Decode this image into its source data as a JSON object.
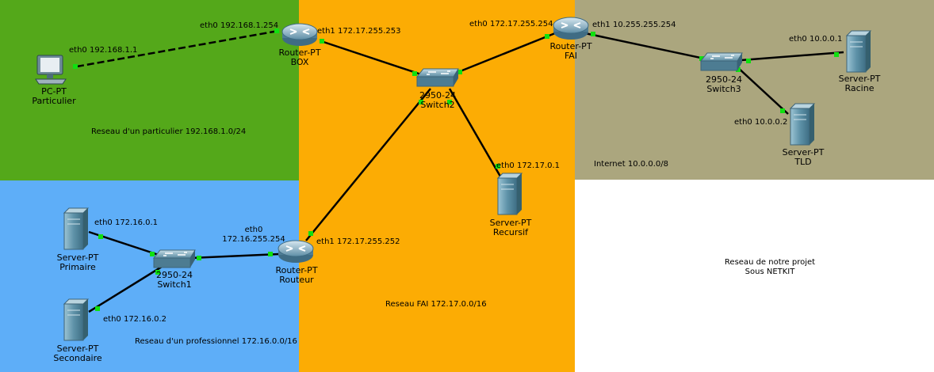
{
  "colors": {
    "particulier_zone": "#54A81A",
    "pro_zone": "#5EAEF8",
    "fai_zone": "#FCAC04",
    "internet_zone": "#ABA67E",
    "link_dot": "#10E010",
    "link": "#000000"
  },
  "zones": {
    "particulier": "Reseau d'un particulier 192.168.1.0/24",
    "professionnel": "Reseau d'un professionnel 172.16.0.0/16",
    "fai": "Reseau FAI 172.17.0.0/16",
    "internet": "Internet 10.0.0.0/8",
    "projet_line1": "Reseau de notre projet",
    "projet_line2": "Sous NETKIT"
  },
  "devices": {
    "pc": {
      "type": "PC-PT",
      "name": "Particulier",
      "icon": "pc-icon"
    },
    "box": {
      "type": "Router-PT",
      "name": "BOX",
      "icon": "router-icon"
    },
    "fai": {
      "type": "Router-PT",
      "name": "FAI",
      "icon": "router-icon"
    },
    "routeur": {
      "type": "Router-PT",
      "name": "Routeur",
      "icon": "router-icon"
    },
    "switch1": {
      "type": "2950-24",
      "name": "Switch1",
      "icon": "switch-icon"
    },
    "switch2": {
      "type": "2950-24",
      "name": "Switch2",
      "icon": "switch-icon"
    },
    "switch3": {
      "type": "2950-24",
      "name": "Switch3",
      "icon": "switch-icon"
    },
    "primaire": {
      "type": "Server-PT",
      "name": "Primaire",
      "icon": "server-icon"
    },
    "secondaire": {
      "type": "Server-PT",
      "name": "Secondaire",
      "icon": "server-icon"
    },
    "recursif": {
      "type": "Server-PT",
      "name": "Recursif",
      "icon": "server-icon"
    },
    "racine": {
      "type": "Server-PT",
      "name": "Racine",
      "icon": "server-icon"
    },
    "tld": {
      "type": "Server-PT",
      "name": "TLD",
      "icon": "server-icon"
    }
  },
  "interfaces": {
    "pc_eth0": "eth0 192.168.1.1",
    "box_eth0": "eth0 192.168.1.254",
    "box_eth1": "eth1 172.17.255.253",
    "fai_eth0": "eth0 172.17.255.254",
    "fai_eth1": "eth1 10.255.255.254",
    "recursif_eth0": "eth0 172.17.0.1",
    "routeur_eth0_a": "eth0",
    "routeur_eth0_b": "172.16.255.254",
    "routeur_eth1": "eth1 172.17.255.252",
    "primaire_eth0": "eth0  172.16.0.1",
    "secondaire_eth0": "eth0  172.16.0.2",
    "racine_eth0": "eth0 10.0.0.1",
    "tld_eth0": "eth0 10.0.0.2"
  }
}
